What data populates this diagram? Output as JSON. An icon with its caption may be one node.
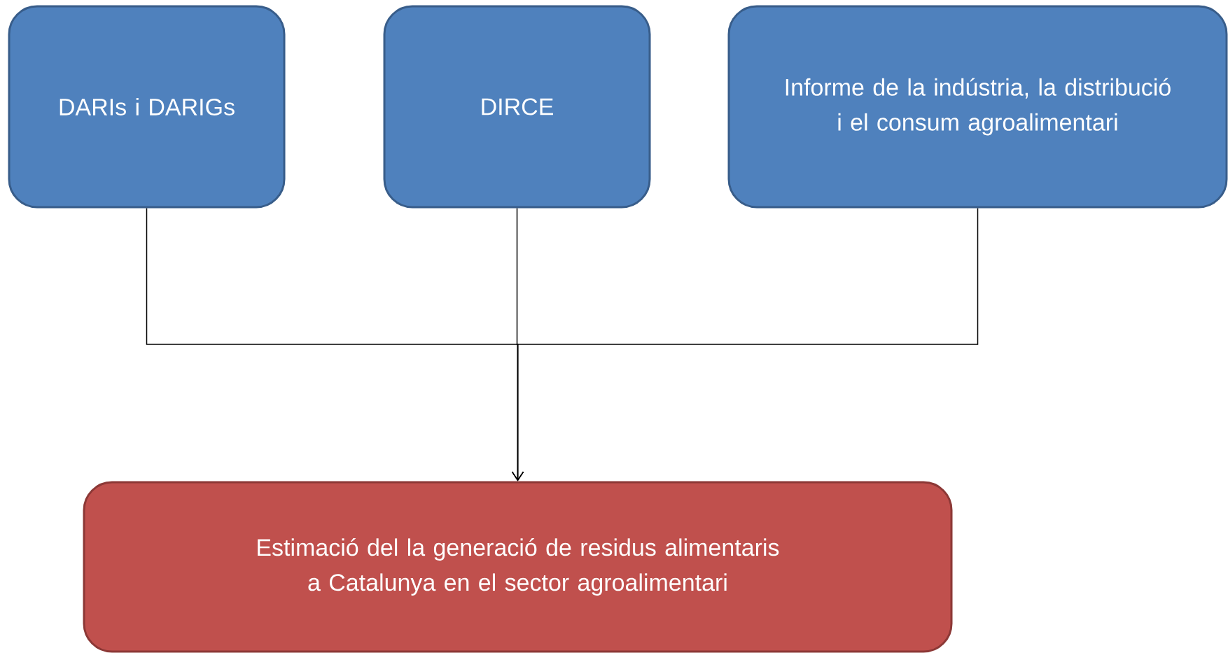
{
  "diagram": {
    "nodes": [
      {
        "text": [
          "DARIs i DARIGs"
        ]
      },
      {
        "text": [
          "DIRCE"
        ]
      },
      {
        "text": [
          "Informe de la indústria, la distribució i el consum agroalimentari"
        ]
      },
      {
        "text": [
          "Estimació del la generació de residus alimentaris a Catalunya en el sector agroalimentari"
        ]
      }
    ],
    "edges": [
      {
        "from": 0,
        "to": 3,
        "arrow": "to"
      },
      {
        "from": 1,
        "to": 3,
        "arrow": "to"
      },
      {
        "from": 2,
        "to": 3,
        "arrow": "to"
      }
    ]
  }
}
